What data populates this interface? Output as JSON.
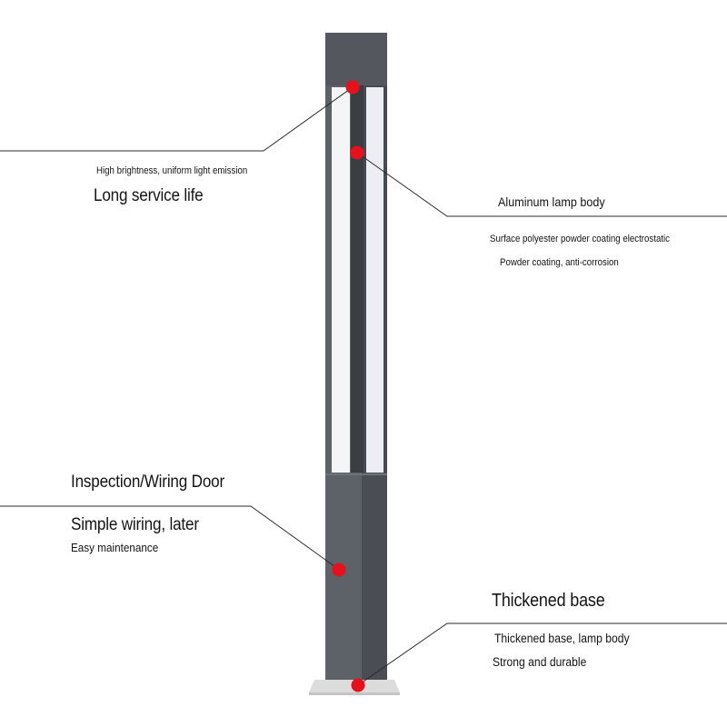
{
  "colors": {
    "pole_front": "#5d6168",
    "pole_side": "#474b51",
    "pole_dark": "#3a3d42",
    "light_panel": "#f4f5f7",
    "base_plate": "#dcdcdc",
    "callout_dot": "#e8101a",
    "leader_line": "#2a2a2a"
  },
  "callouts": {
    "top_left": {
      "subtitle": "High brightness, uniform light emission",
      "title": "Long service life"
    },
    "top_right": {
      "title": "Aluminum lamp body",
      "line1": "Surface polyester powder coating electrostatic",
      "line2": "Powder coating, anti-corrosion"
    },
    "middle_left": {
      "title1": "Inspection/Wiring Door",
      "title2": "Simple wiring, later",
      "subtitle": "Easy maintenance"
    },
    "bottom_right": {
      "title": "Thickened base",
      "line1": "Thickened base, lamp body",
      "line2": "Strong and durable"
    }
  }
}
